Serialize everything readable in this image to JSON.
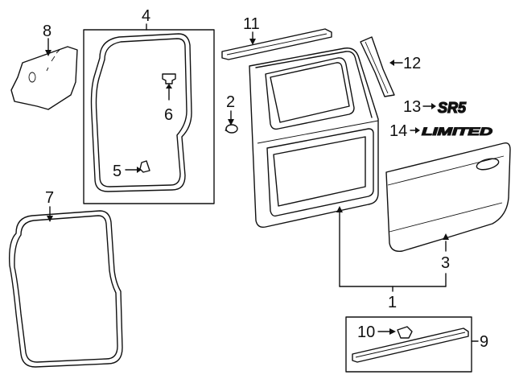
{
  "diagram": {
    "callouts": [
      {
        "id": "1",
        "label": "1"
      },
      {
        "id": "2",
        "label": "2"
      },
      {
        "id": "3",
        "label": "3"
      },
      {
        "id": "4",
        "label": "4"
      },
      {
        "id": "5",
        "label": "5"
      },
      {
        "id": "6",
        "label": "6"
      },
      {
        "id": "7",
        "label": "7"
      },
      {
        "id": "8",
        "label": "8"
      },
      {
        "id": "9",
        "label": "9"
      },
      {
        "id": "10",
        "label": "10"
      },
      {
        "id": "11",
        "label": "11"
      },
      {
        "id": "12",
        "label": "12"
      },
      {
        "id": "13",
        "label": "13"
      },
      {
        "id": "14",
        "label": "14"
      }
    ],
    "emblems": {
      "sr5": "SR5",
      "limited": "LIMITED"
    },
    "colors": {
      "line": "#111111",
      "background": "#ffffff"
    }
  }
}
